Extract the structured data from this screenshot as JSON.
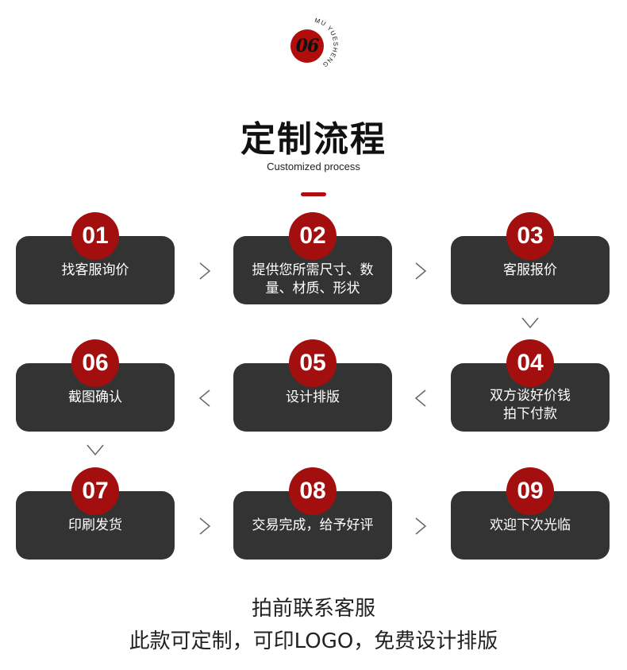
{
  "badge": {
    "number": "06",
    "arc_text": "MU YUESHENG"
  },
  "header": {
    "title": "定制流程",
    "subtitle": "Customized process"
  },
  "steps": [
    {
      "num": "01",
      "label": "找客服询价"
    },
    {
      "num": "02",
      "label": "提供您所需尺寸、数\n量、材质、形状"
    },
    {
      "num": "03",
      "label": "客服报价"
    },
    {
      "num": "04",
      "label": "双方谈好价钱\n拍下付款"
    },
    {
      "num": "05",
      "label": "设计排版"
    },
    {
      "num": "06",
      "label": "截图确认"
    },
    {
      "num": "07",
      "label": "印刷发货"
    },
    {
      "num": "08",
      "label": "交易完成，给予好评"
    },
    {
      "num": "09",
      "label": "欢迎下次光临"
    }
  ],
  "footer": {
    "line1": "拍前联系客服",
    "line2": "此款可定制，可印LOGO，免费设计排版"
  },
  "colors": {
    "accent": "#a30f0f",
    "box": "#333333",
    "arrow": "#666666"
  }
}
